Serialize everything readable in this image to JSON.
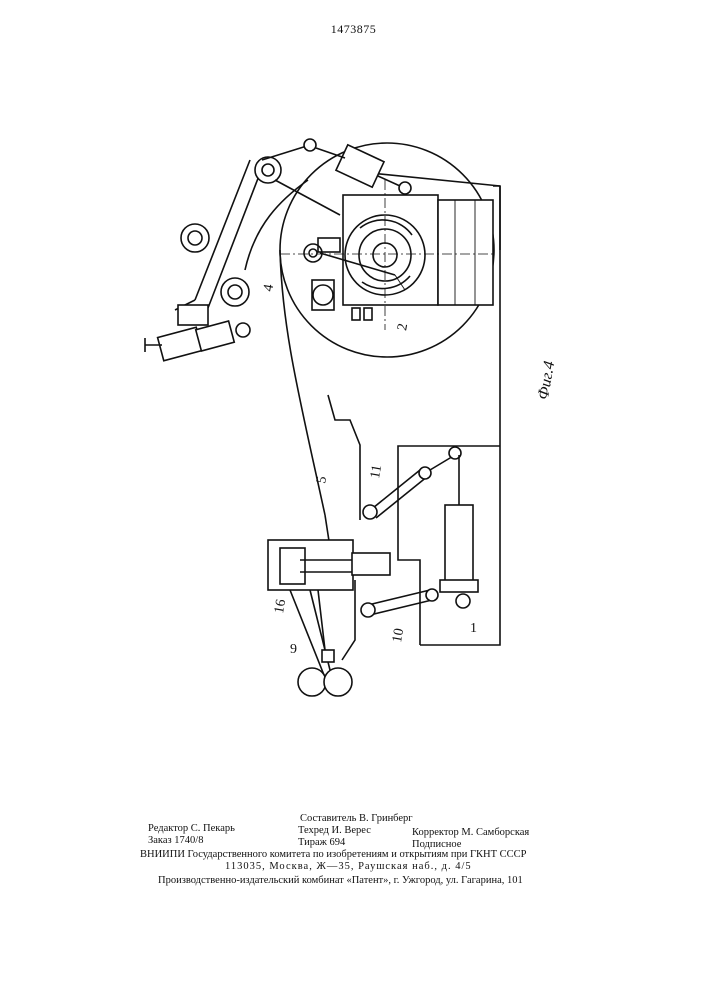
{
  "header": {
    "patent_number": "1473875"
  },
  "figure": {
    "caption": "Фиг.4",
    "labels": {
      "l1": "1",
      "l2": "2",
      "l4": "4",
      "l5": "5",
      "l9": "9",
      "l10": "10",
      "l11": "11",
      "l16": "16"
    }
  },
  "imprint": {
    "compiler": "Составитель В. Гринберг",
    "editor": "Редактор С. Пекарь",
    "techred": "Техред И. Верес",
    "corrector": "Корректор М. Самборская",
    "order": "Заказ 1740/8",
    "circulation": "Тираж 694",
    "subscription": "Подписное",
    "vniipi": "ВНИИПИ Государственного комитета по изобретениям и открытиям при ГКНТ СССР",
    "address": "113035, Москва, Ж—35, Раушская наб., д. 4/5",
    "publisher": "Производственно-издательский комбинат «Патент», г. Ужгород, ул. Гагарина, 101"
  }
}
